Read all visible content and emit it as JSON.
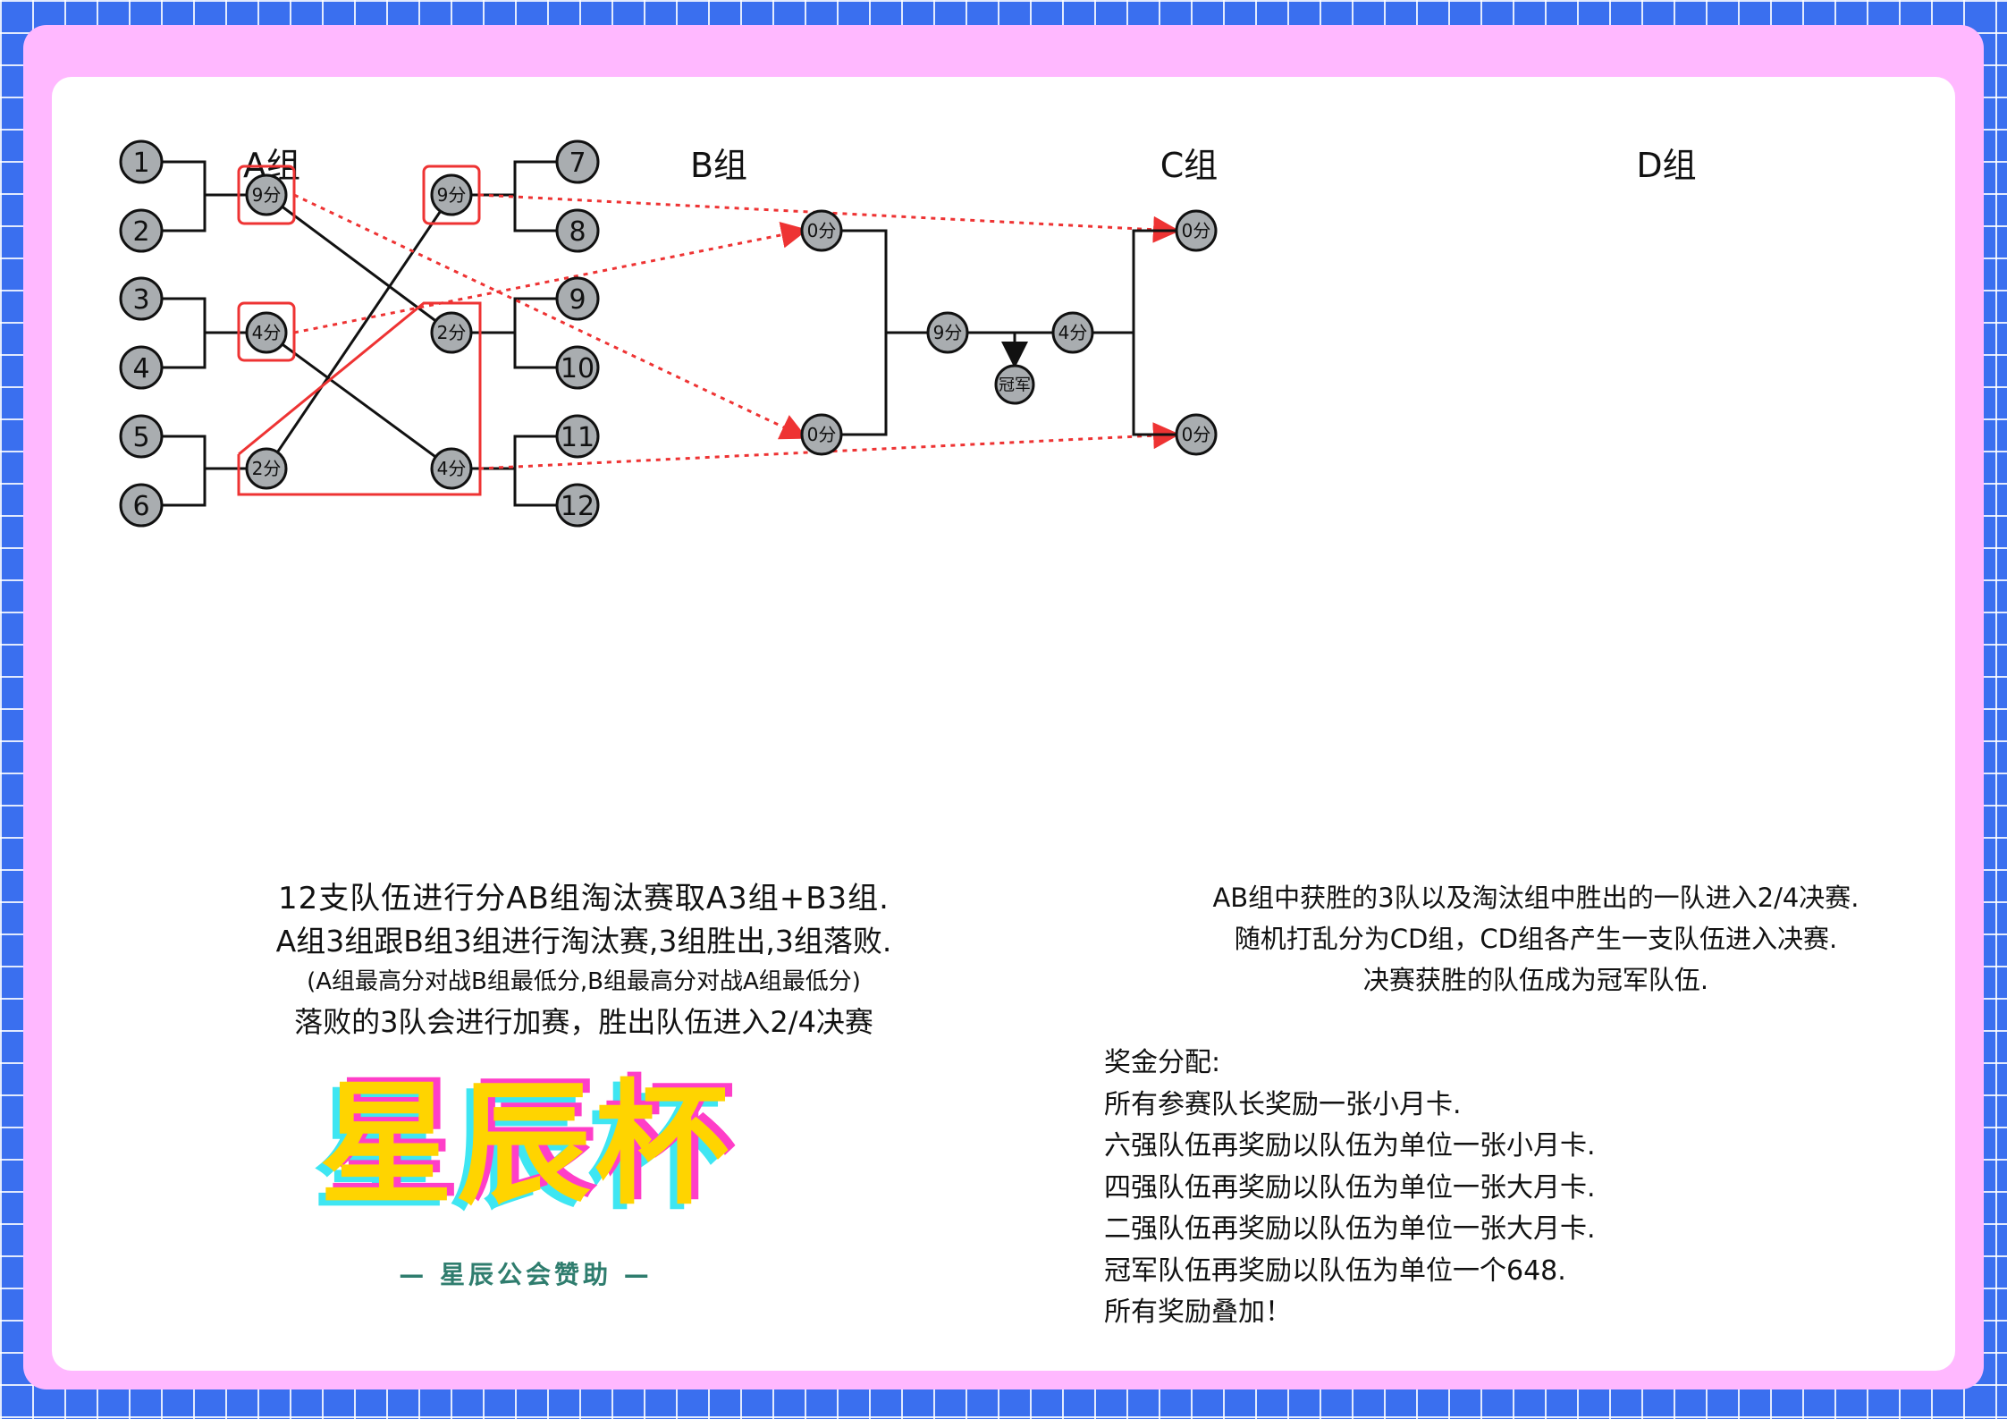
{
  "groups": {
    "a": "A组",
    "b": "B组",
    "c": "C组",
    "d": "D组"
  },
  "teams": [
    "1",
    "2",
    "3",
    "4",
    "5",
    "6",
    "7",
    "8",
    "9",
    "10",
    "11",
    "12"
  ],
  "nodes": {
    "a_top": "9分",
    "a_mid": "4分",
    "a_bot": "2分",
    "b_top": "9分",
    "b_mid": "2分",
    "b_bot": "4分",
    "c_top": "0分",
    "c_bot": "0分",
    "final_left": "9分",
    "final_right": "4分",
    "champion": "冠军",
    "d_top": "0分",
    "d_bot": "0分"
  },
  "rules_left": [
    "12支队伍进行分AB组淘汰赛取A3组+B3组.",
    "A组3组跟B组3组进行淘汰赛,3组胜出,3组落败.",
    "(A组最高分对战B组最低分,B组最高分对战A组最低分)",
    "落败的3队会进行加赛，胜出队伍进入2/4决赛"
  ],
  "rules_right": [
    "AB组中获胜的3队以及淘汰组中胜出的一队进入2/4决赛.",
    "随机打乱分为CD组，CD组各产生一支队伍进入决赛.",
    "决赛获胜的队伍成为冠军队伍."
  ],
  "prize": [
    "奖金分配:",
    "所有参赛队长奖励一张小月卡.",
    "六强队伍再奖励以队伍为单位一张小月卡.",
    "四强队伍再奖励以队伍为单位一张大月卡.",
    "二强队伍再奖励以队伍为单位一张大月卡.",
    "冠军队伍再奖励以队伍为单位一个648.",
    "所有奖励叠加！"
  ],
  "logo": {
    "title": "星辰杯",
    "sponsor": "— 星辰公会赞助 —"
  },
  "colors": {
    "background_blue": "#3a6fef",
    "frame_pink": "#ffb8ff",
    "node_gray": "#a9adb0",
    "highlight_red": "#ee3333",
    "logo_yellow": "#ffd400",
    "logo_cyan": "#3ee6f2",
    "logo_pink": "#ff3ec8",
    "sponsor_green": "#2f7d6e"
  }
}
